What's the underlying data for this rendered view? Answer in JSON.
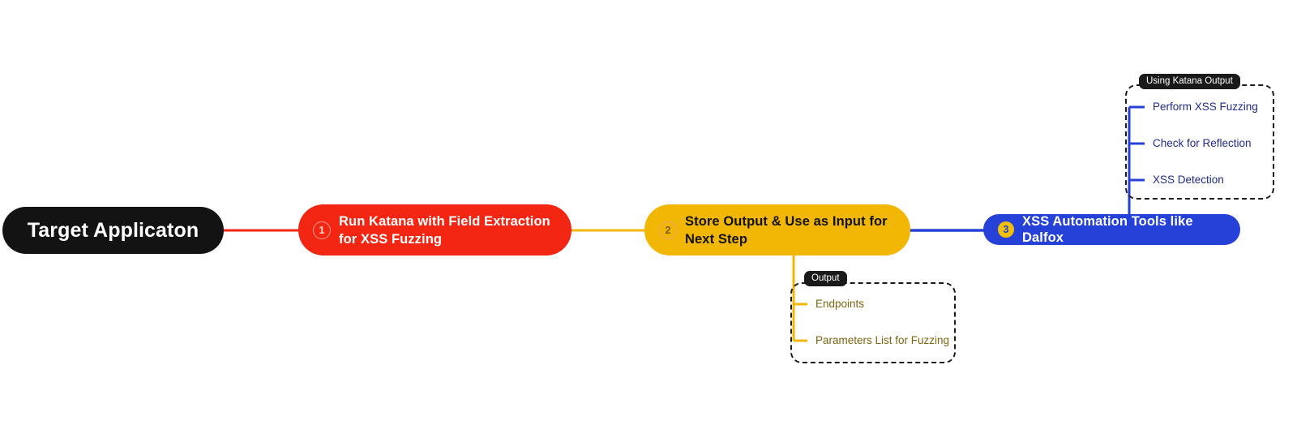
{
  "diagram": {
    "type": "flowchart-mindmap",
    "orientation": "left-to-right",
    "background": "#ffffff",
    "colors": {
      "root": "#131313",
      "step1": "#f22613",
      "step2": "#f2b705",
      "step3": "#2541d8",
      "badge3_fill": "#f2c00a",
      "leaf_blue_text": "#1f2a8a",
      "leaf_amber_text": "#7d6410",
      "group_border": "#1c1c1c",
      "tab_background": "#1a1a1a"
    }
  },
  "nodes": {
    "root": {
      "label": "Target Applicaton",
      "color": "#131313"
    },
    "step1": {
      "badge": "1",
      "label": "Run Katana with Field Extraction\nfor XSS Fuzzing",
      "color": "#f22613"
    },
    "step2": {
      "badge": "2",
      "label": "Store Output & Use as Input for\nNext Step",
      "color": "#f2b705"
    },
    "step3": {
      "badge": "3",
      "label": "XSS Automation Tools like Dalfox",
      "color": "#2541d8"
    }
  },
  "groups": {
    "output": {
      "tab_label": "Output",
      "parent": "step2",
      "connector_color": "#f2b705",
      "items": [
        {
          "label": "Endpoints"
        },
        {
          "label": "Parameters List for Fuzzing"
        }
      ]
    },
    "katana": {
      "tab_label": "Using Katana Output",
      "parent": "step3",
      "connector_color": "#2541d8",
      "items": [
        {
          "label": "Perform XSS Fuzzing"
        },
        {
          "label": "Check for Reflection"
        },
        {
          "label": "XSS Detection"
        }
      ]
    }
  },
  "connectors": [
    {
      "from": "root",
      "to": "step1",
      "color": "#f22613"
    },
    {
      "from": "step1",
      "to": "step2",
      "color": "#f2b705"
    },
    {
      "from": "step2",
      "to": "step3",
      "color": "#2541d8"
    },
    {
      "from": "step2",
      "to": "output-group",
      "color": "#f2b705"
    },
    {
      "from": "step3",
      "to": "katana-group",
      "color": "#2541d8"
    }
  ]
}
